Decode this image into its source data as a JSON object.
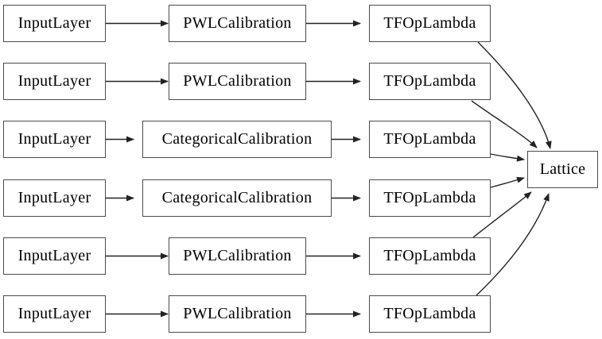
{
  "diagram": {
    "colors": {
      "background": "#ffffff",
      "node_border": "#4b4b4b",
      "edge": "#222222",
      "text": "#000000"
    },
    "rows": [
      {
        "input": "InputLayer",
        "calib": "PWLCalibration",
        "op": "TFOpLambda"
      },
      {
        "input": "InputLayer",
        "calib": "PWLCalibration",
        "op": "TFOpLambda"
      },
      {
        "input": "InputLayer",
        "calib": "CategoricalCalibration",
        "op": "TFOpLambda"
      },
      {
        "input": "InputLayer",
        "calib": "CategoricalCalibration",
        "op": "TFOpLambda"
      },
      {
        "input": "InputLayer",
        "calib": "PWLCalibration",
        "op": "TFOpLambda"
      },
      {
        "input": "InputLayer",
        "calib": "PWLCalibration",
        "op": "TFOpLambda"
      }
    ],
    "output": {
      "label": "Lattice"
    },
    "connections": [
      "row1: InputLayer -> PWLCalibration -> TFOpLambda -> Lattice",
      "row2: InputLayer -> PWLCalibration -> TFOpLambda -> Lattice",
      "row3: InputLayer -> CategoricalCalibration -> TFOpLambda -> Lattice",
      "row4: InputLayer -> CategoricalCalibration -> TFOpLambda -> Lattice",
      "row5: InputLayer -> PWLCalibration -> TFOpLambda -> Lattice",
      "row6: InputLayer -> PWLCalibration -> TFOpLambda -> Lattice"
    ]
  }
}
